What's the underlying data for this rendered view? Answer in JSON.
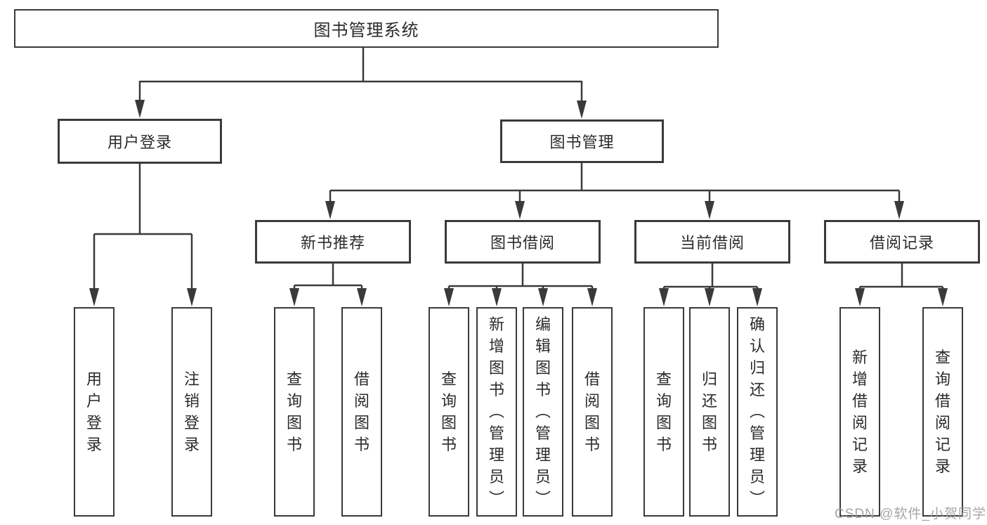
{
  "diagram": {
    "root": {
      "label": "图书管理系统"
    },
    "level2": [
      {
        "label": "用户登录"
      },
      {
        "label": "图书管理"
      }
    ],
    "level3": [
      {
        "label": "新书推荐"
      },
      {
        "label": "图书借阅"
      },
      {
        "label": "当前借阅"
      },
      {
        "label": "借阅记录"
      }
    ],
    "leaves": {
      "login": [
        "用户登录",
        "注销登录"
      ],
      "recommend": [
        "查询图书",
        "借阅图书"
      ],
      "borrow": [
        "查询图书",
        "新增图书（管理员）",
        "编辑图书（管理员）",
        "借阅图书"
      ],
      "current": [
        "查询图书",
        "归还图书",
        "确认归还（管理员）"
      ],
      "records": [
        "新增借阅记录",
        "查询借阅记录"
      ]
    }
  },
  "watermark": {
    "text": "CSDN @软件_小贺同学"
  },
  "colors": {
    "line": "#3a3a3a",
    "text": "#2b2b2b",
    "watermark": "#9e9e9e",
    "background": "#ffffff"
  }
}
